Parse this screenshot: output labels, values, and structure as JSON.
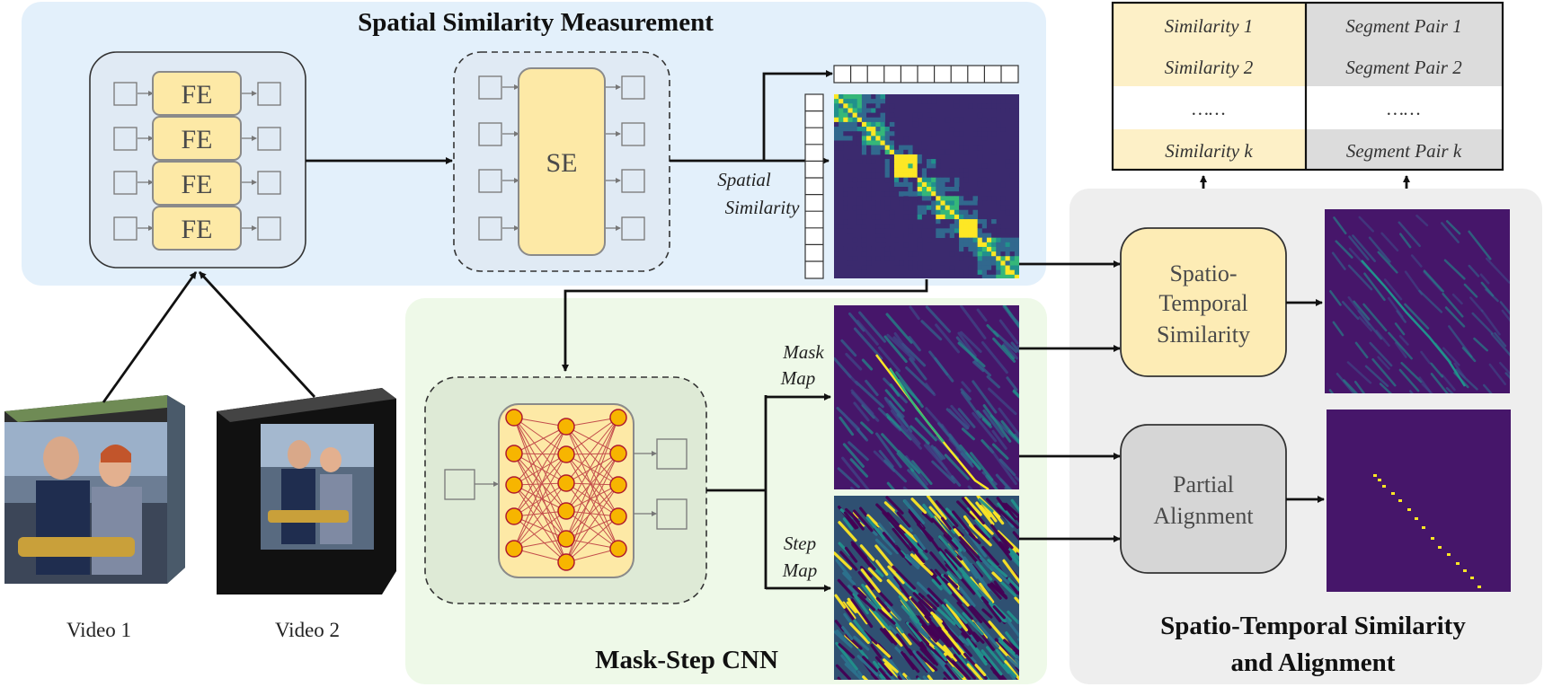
{
  "panels": {
    "spatial_title": "Spatial Similarity Measurement",
    "maskstep_title": "Mask-Step CNN",
    "spatiotemporal_title_line1": "Spatio-Temporal Similarity",
    "spatiotemporal_title_line2": "and Alignment"
  },
  "modules": {
    "fe_label": "FE",
    "se_label": "SE",
    "st_similarity_lines": [
      "Spatio-",
      "Temporal",
      "Similarity"
    ],
    "partial_alignment_lines": [
      "Partial",
      "Alignment"
    ]
  },
  "arrow_labels": {
    "spatial_similarity": [
      "Spatial",
      "Similarity"
    ],
    "mask_map": [
      "Mask",
      "Map"
    ],
    "step_map": [
      "Step",
      "Map"
    ]
  },
  "videos": {
    "video1": "Video 1",
    "video2": "Video 2"
  },
  "output_table": {
    "rows": [
      {
        "similarity": "Similarity 1",
        "segment": "Segment Pair 1"
      },
      {
        "similarity": "Similarity 2",
        "segment": "Segment Pair 2"
      },
      {
        "similarity": "……",
        "segment": "……"
      },
      {
        "similarity": "Similarity k",
        "segment": "Segment Pair k"
      }
    ]
  },
  "colors": {
    "spatial_panel_bg": "#e3f0fb",
    "maskstep_panel_bg": "#eef9e8",
    "st_panel_bg": "#eeeeee",
    "module_fill": "#fde9a6",
    "module_stroke": "#8a8a8a",
    "heatmap_dark": "#440154",
    "heatmap_blue": "#31688e",
    "heatmap_teal": "#21918c",
    "heatmap_green": "#35b779",
    "heatmap_yellow": "#fde725",
    "neuron_fill": "#f7b500",
    "neuron_edge": "#b01a2e"
  }
}
